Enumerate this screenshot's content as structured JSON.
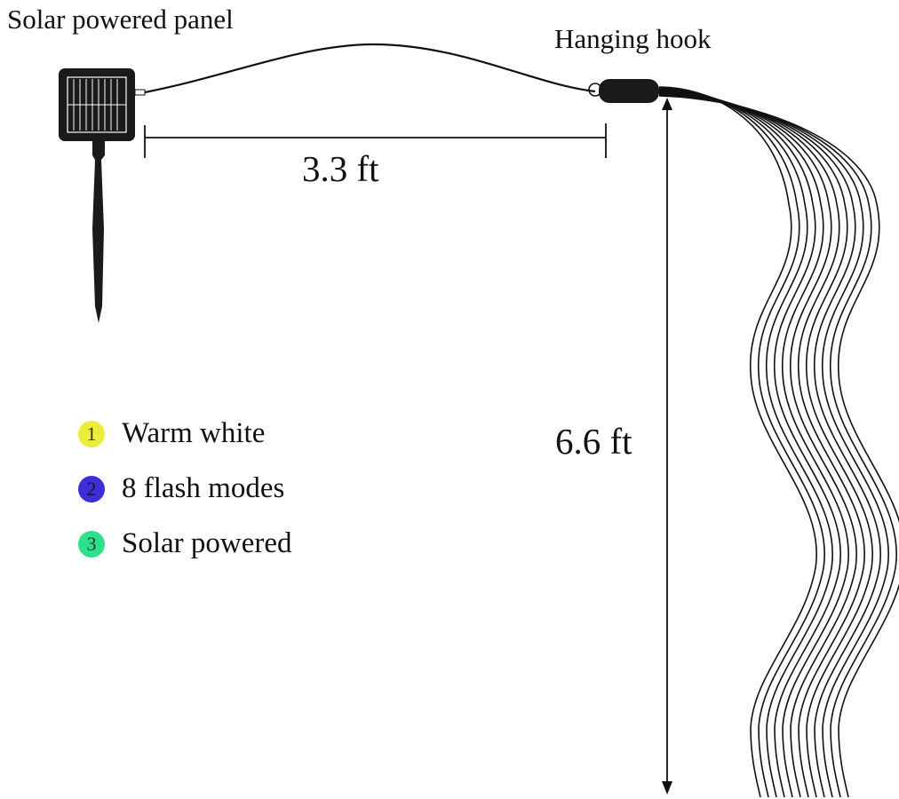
{
  "labels": {
    "panel": "Solar powered panel",
    "hook": "Hanging hook",
    "horizontal_length": "3.3 ft",
    "vertical_length": "6.6 ft"
  },
  "features": [
    {
      "number": "1",
      "text": "Warm white",
      "color": "#ecec3a"
    },
    {
      "number": "2",
      "text": "8 flash modes",
      "color": "#3a2fd8"
    },
    {
      "number": "3",
      "text": "Solar powered",
      "color": "#2fe08a"
    }
  ],
  "colors": {
    "line": "#111111",
    "panel": "#1a1a1a",
    "background": "#ffffff"
  },
  "icons": [
    "solar-panel-icon",
    "ground-stake-icon",
    "hanging-hook-icon",
    "light-strands-icon"
  ]
}
